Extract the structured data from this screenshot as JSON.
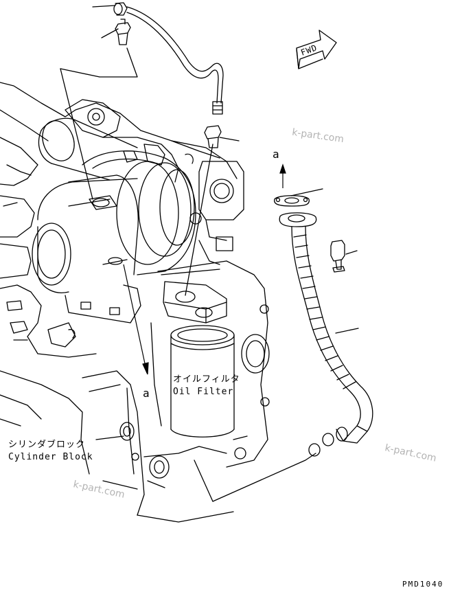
{
  "labels": {
    "ref_a_top": "a",
    "ref_a_bottom": "a",
    "fwd": "FWD",
    "oil_filter_jp": "オイルフィルタ",
    "oil_filter_en": "Oil Filter",
    "cylinder_block_jp": "シリンダブロック",
    "cylinder_block_en": "Cylinder Block",
    "drawing_code": "PMD1040"
  },
  "watermarks": [
    "k-part.com",
    "k-part.com",
    "k-part.com"
  ]
}
